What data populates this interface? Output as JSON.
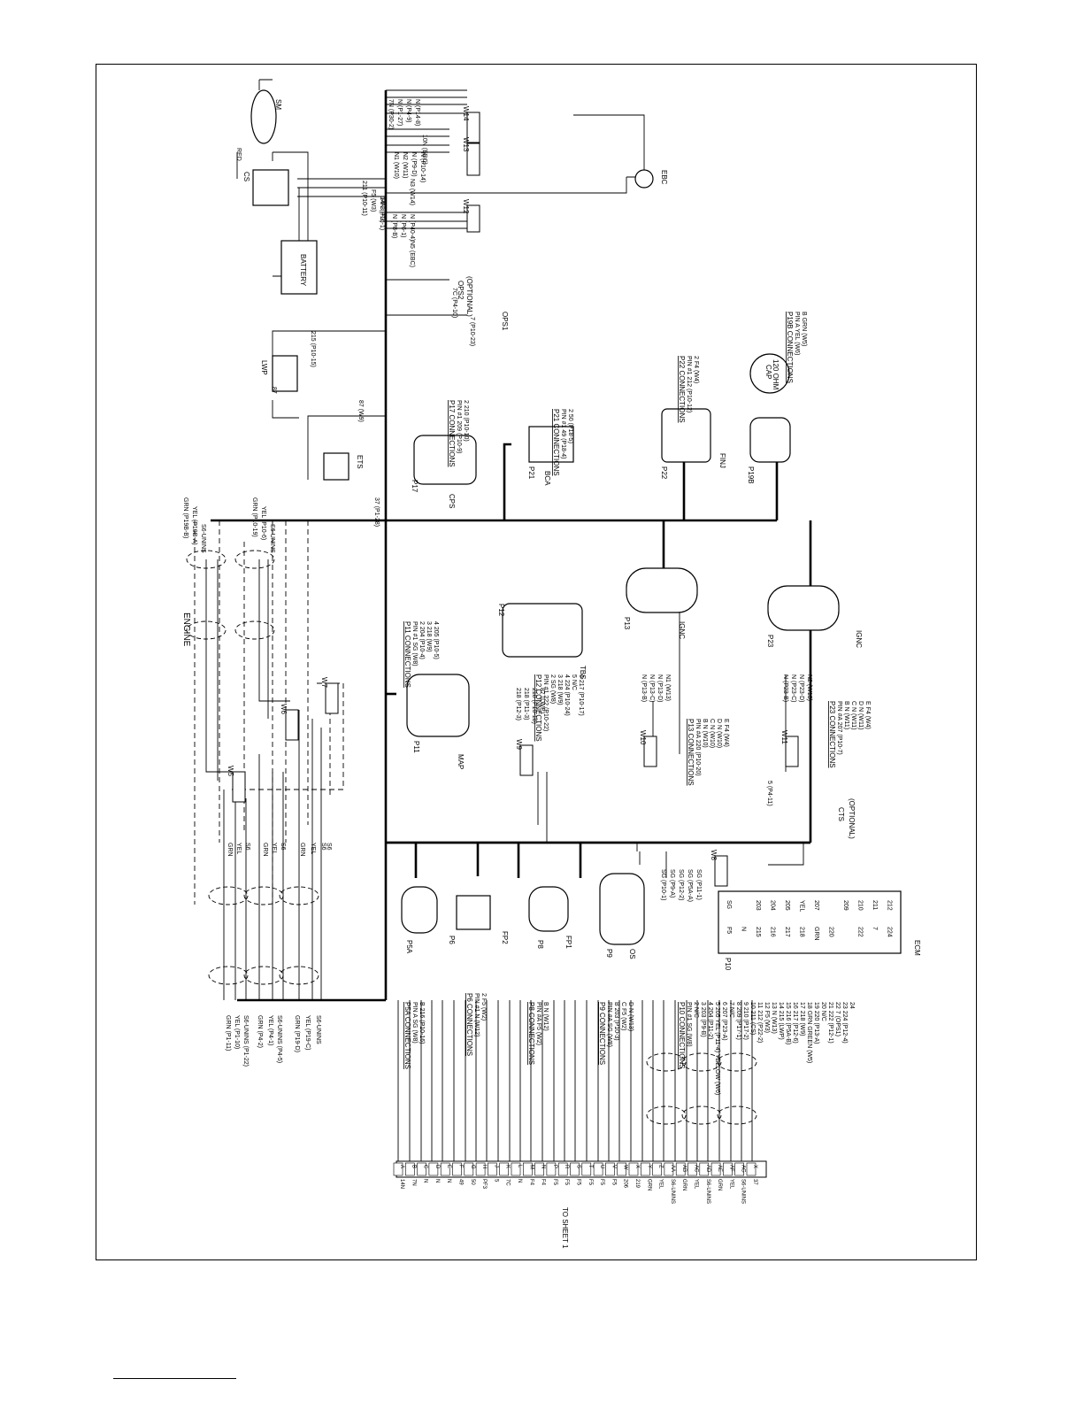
{
  "title": "ENGINE",
  "components": {
    "sm": "SM",
    "cs": "CS",
    "battery": "BATTERY",
    "lwp": "LWP",
    "ets": "ETS",
    "ops1": "OPS1",
    "ops2": "OPS2",
    "ops2_note": "(OPTIONAL)",
    "ebc": "EBC",
    "cps": "CPS",
    "bca": "BCA",
    "finj": "FINJ",
    "map": "MAP",
    "tbs": "TBS",
    "ignc_p13": "IGNC",
    "ignc_p23": "IGNC",
    "cts": "CTS",
    "cts_opt": "CTS",
    "cts_note": "(OPTIONAL)",
    "fp1": "FP1",
    "fp2": "FP2",
    "os": "OS",
    "ecm": "ECM",
    "cap": "CAP",
    "cap_value": "120 OHM"
  },
  "connectors": [
    "P5A",
    "P6",
    "P8",
    "P9",
    "P10",
    "P11",
    "P12",
    "P13",
    "P17",
    "P19B",
    "P21",
    "P22",
    "P23"
  ],
  "splices": [
    "W5",
    "W6",
    "W7",
    "W8",
    "W9",
    "W10",
    "W11",
    "W12",
    "W13",
    "W14"
  ],
  "top_wires": {
    "red": "RED",
    "w211": "211 (P10-11)",
    "f5": "F5 (W3)",
    "pf3": "PF3 (F3)",
    "w215": "215 (P10-15)",
    "w87": "87",
    "w87_w9": "87 (W9)",
    "w37": "37 (P1-28)",
    "w7c": "7C (P4-10)",
    "w7": "7 (P10-23)",
    "w12_1": "N (P40-4)",
    "w12_2": "N (P6-1)",
    "w12_3": "N (P8-B)",
    "w12_n5": "N5 (EBC)",
    "w14n": "14N (P16-1)",
    "w13_1": "N1 (W10)",
    "w13_2": "N2 (W11)",
    "w13_3": "N (P9-D)",
    "w13_4": "N (P10-14)",
    "w13_n3": "N3 (W14)",
    "w14_1": "7N (P30-2)",
    "w14_2": "N (P1-27)",
    "w14_3": "N (P4-9)",
    "w14_4": "N (P14-8)",
    "w14_10n": "10N (EBC)"
  },
  "engine_wires": [
    "GRN (P19B-B)",
    "YEL (P19B-A)",
    "S6-UNINS",
    "GRN (P10-19)",
    "YEL (P10-6)",
    "S6-UNINS",
    "GRN",
    "YEL",
    "S6",
    "GRN",
    "YEL",
    "S6",
    "GRN",
    "YEL",
    "S6",
    "S6"
  ],
  "left_cables": [
    "GRN (P1-11)",
    "YEL (P1-10)",
    "S6-UNINS (P1-22)",
    "GRN (P4-2)",
    "YEL (P4-1)",
    "S6-UNINS (P4-5)",
    "GRN (P19-D)",
    "YEL (P19-C)",
    "S6-UNINS"
  ],
  "connections": {
    "p17": {
      "title": "P17 CONNECTIONS",
      "lines": [
        "PIN #1  209  (P10-9)",
        "2  210  (P10-10)"
      ]
    },
    "p21": {
      "title": "P21 CONNECTIONS",
      "lines": [
        "PIN #1  49  (P18-4)",
        "2  50  (P18-5)"
      ]
    },
    "p22": {
      "title": "P22 CONNECTIONS",
      "lines": [
        "PIN #1  212  (P10-12)",
        "2  F4  (W4)"
      ]
    },
    "p19b": {
      "title": "P19B CONNECTIONS",
      "lines": [
        "PIN A  YEL  (W6)",
        "B  GRN  (W5)"
      ]
    },
    "p11": {
      "title": "P11 CONNECTIONS",
      "lines": [
        "PIN #1  SG  (W8)",
        "2  204  (P10-4)",
        "3  218  (W9)",
        "4  205  (P10-5)"
      ]
    },
    "p12": {
      "title": "P12 CONNECTIONS",
      "lines": [
        "PIN #1  222  (P10-22)",
        "2  SG  (W8)",
        "3  218  (W9)",
        "4  224  (P10-24)",
        "5  N/C",
        "6  217  (P10-17)"
      ]
    },
    "p13": {
      "title": "P13 CONNECTIONS",
      "lines": [
        "PIN #A  220  (P10-20)",
        "B  N  (W10)",
        "C  N  (W10)",
        "D  N  (W10)",
        "E  F4  (W4)"
      ]
    },
    "p23": {
      "title": "P23 CONNECTIONS",
      "lines": [
        "PIN #A  207  (P10-7)",
        "B  N  (W11)",
        "C  N  (W11)",
        "D  N  (W11)",
        "E  F4  (W4)"
      ]
    },
    "p5a": {
      "title": "P5A CONNECTIONS",
      "lines": [
        "PIN A  SG  (W8)",
        "B  216  (P10-16)"
      ]
    },
    "p6": {
      "title": "P6 CONNECTIONS",
      "lines": [
        "PIN #1  N  (W12)",
        "2  F5  (W2)"
      ]
    },
    "p8": {
      "title": "P8 CONNECTIONS",
      "lines": [
        "PIN #A  F5  (W2)",
        "B  N  (W12)"
      ]
    },
    "p9": {
      "title": "P9 CONNECTIONS",
      "lines": [
        "PIN #A  SG  (W8)",
        "B  203  (P10-3)",
        "C  F5  (W2)",
        "D  N  (W13)"
      ]
    },
    "p10": {
      "title": "P10 CONNECTIONS",
      "lines": [
        "PIN #1  SG  (W8)",
        "2  N/C",
        "3  203  (P9-B)",
        "4  204  (P11-2)",
        "5  205  YEL  (P11-4)  YELLOW (W6)",
        "6  207  (P23-A)",
        "7  N/C",
        "8  209  (P17-1)",
        "9  210  (P17-2)",
        "10  211  (CS)",
        "11  212  (P22-2)",
        "12  F5  (W3)",
        "13  N  (W13)",
        "14  215  (LWP)",
        "15  216  (P5A-B)",
        "16  217  (P12-6)",
        "17  218  (W9)",
        "18  GRN  GREEN (W5)",
        "19  220  (P13-A)",
        "20  N/C",
        "21  222  (P12-1)",
        "22  7  (OPS1)",
        "23  224  (P12-4)",
        "24"
      ]
    }
  },
  "ecm_pins_top": [
    "SG",
    "",
    "203",
    "204",
    "205",
    "YEL",
    "207",
    "",
    "209",
    "210",
    "211",
    "212"
  ],
  "ecm_pins_bottom": [
    "F5",
    "N",
    "215",
    "216",
    "217",
    "218",
    "GRN",
    "220",
    "",
    "222",
    "7",
    "224"
  ],
  "w8_labels": [
    "SG (P10-1)",
    "SG (P9-A)",
    "SG (P12-2)",
    "SG (P5A-A)",
    "SG (P11-1)"
  ],
  "w9_labels": [
    "218 (P12-3)",
    "218 (P11-3)",
    "218 (P10-18)",
    "87 (LWP)"
  ],
  "w10_labels": [
    "N (P13-B)",
    "N (P13-C)",
    "N (P13-D)",
    "N1 (W13)"
  ],
  "w11_labels": [
    "N (P23-B)",
    "N (P23-C)",
    "N (P23-D)",
    "N2 (W13)"
  ],
  "cts_wire": "5 (P4-11)",
  "sheet": "TO SHEET 1",
  "sheet_pins": [
    {
      "letter": "A",
      "wire": "14N"
    },
    {
      "letter": "B",
      "wire": "7N"
    },
    {
      "letter": "C",
      "wire": "N"
    },
    {
      "letter": "D",
      "wire": "N"
    },
    {
      "letter": "E",
      "wire": "N"
    },
    {
      "letter": "F",
      "wire": "49"
    },
    {
      "letter": "G",
      "wire": "50"
    },
    {
      "letter": "H",
      "wire": "PF3"
    },
    {
      "letter": "J",
      "wire": "5"
    },
    {
      "letter": "K",
      "wire": "7C"
    },
    {
      "letter": "L",
      "wire": "N"
    },
    {
      "letter": "M",
      "wire": "F4"
    },
    {
      "letter": "N",
      "wire": "F4"
    },
    {
      "letter": "P",
      "wire": "F5"
    },
    {
      "letter": "R",
      "wire": "F5"
    },
    {
      "letter": "S",
      "wire": "F5"
    },
    {
      "letter": "T",
      "wire": "F5"
    },
    {
      "letter": "U",
      "wire": "F5"
    },
    {
      "letter": "V",
      "wire": "F5"
    },
    {
      "letter": "W",
      "wire": "206"
    },
    {
      "letter": "X",
      "wire": "219"
    },
    {
      "letter": "Y",
      "wire": "GRN"
    },
    {
      "letter": "Z",
      "wire": "YEL"
    },
    {
      "letter": "AA",
      "wire": "S6-UNINS"
    },
    {
      "letter": "AB",
      "wire": "GRN"
    },
    {
      "letter": "AC",
      "wire": "YEL"
    },
    {
      "letter": "AD",
      "wire": "S6-UNINS"
    },
    {
      "letter": "AE",
      "wire": "GRN"
    },
    {
      "letter": "AF",
      "wire": "YEL"
    },
    {
      "letter": "AG",
      "wire": "S6-UNINS"
    },
    {
      "letter": "X",
      "wire": "37"
    }
  ]
}
